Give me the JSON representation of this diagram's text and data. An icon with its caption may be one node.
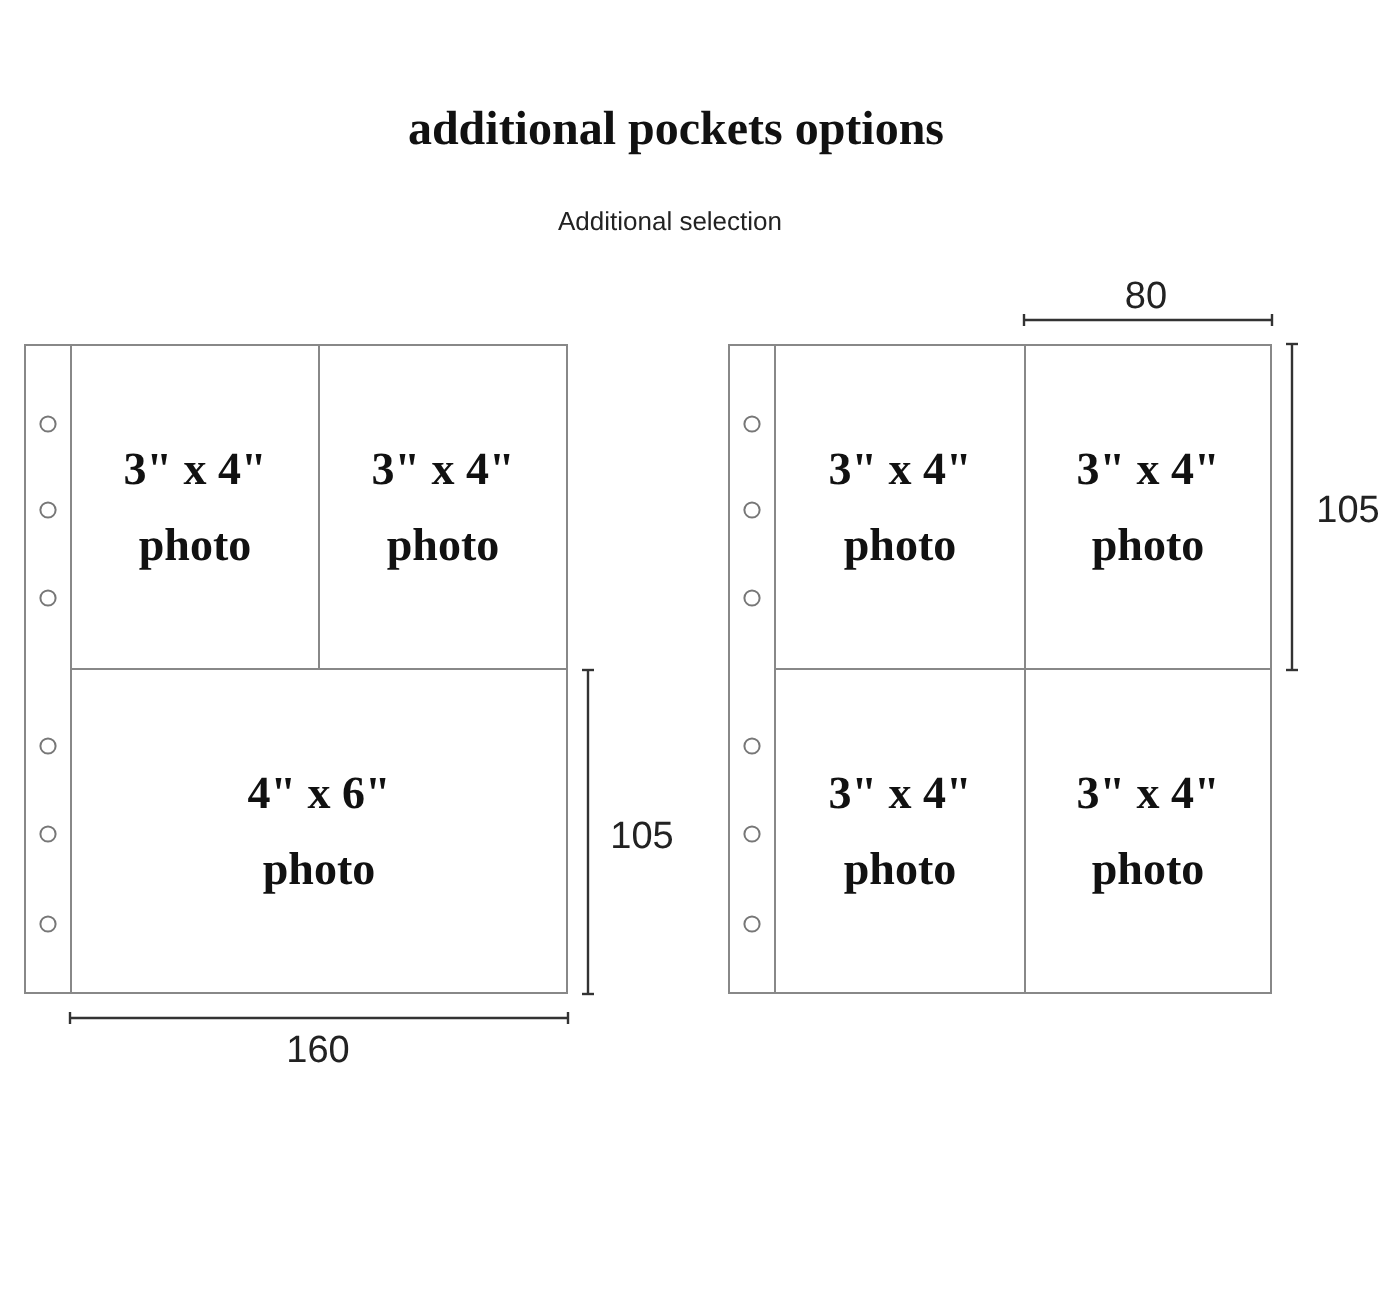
{
  "diagram": {
    "title": "additional pockets options",
    "nodes": [
      {
        "text": [],
        "shape": "box"
      },
      {
        "text": [
          "3\" x 4\" photo"
        ],
        "in": 0
      },
      {
        "text": [
          "3\" x 4\" photo"
        ],
        "in": 0
      },
      {
        "text": [
          "4\" x 6\" photo"
        ],
        "in": 0
      },
      {
        "text": [],
        "shape": "box"
      },
      {
        "text": [
          "3\" x 4\" photo"
        ],
        "in": 4
      },
      {
        "text": [
          "3\" x 4\" photo"
        ],
        "in": 4
      },
      {
        "text": [
          "3\" x 4\" photo"
        ],
        "in": 4
      },
      {
        "text": [
          "3\" x 4\" photo"
        ],
        "in": 4
      }
    ],
    "edges": [],
    "labels": [
      "Additional selection",
      "105",
      "160",
      "80",
      "105"
    ]
  }
}
